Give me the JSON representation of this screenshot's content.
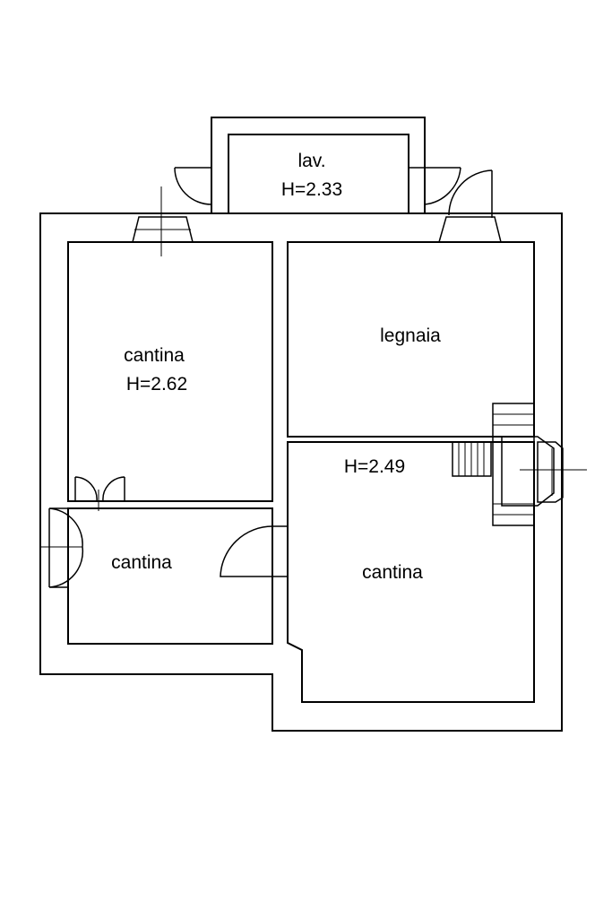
{
  "plan": {
    "rooms": [
      {
        "id": "lav",
        "name": "lav.",
        "height": "H=2.33"
      },
      {
        "id": "cantina-top-left",
        "name": "cantina",
        "height": "H=2.62"
      },
      {
        "id": "legnaia",
        "name": "legnaia"
      },
      {
        "id": "cantina-right",
        "name": "cantina",
        "height": "H=2.49"
      },
      {
        "id": "cantina-bottom-left",
        "name": "cantina"
      }
    ]
  }
}
